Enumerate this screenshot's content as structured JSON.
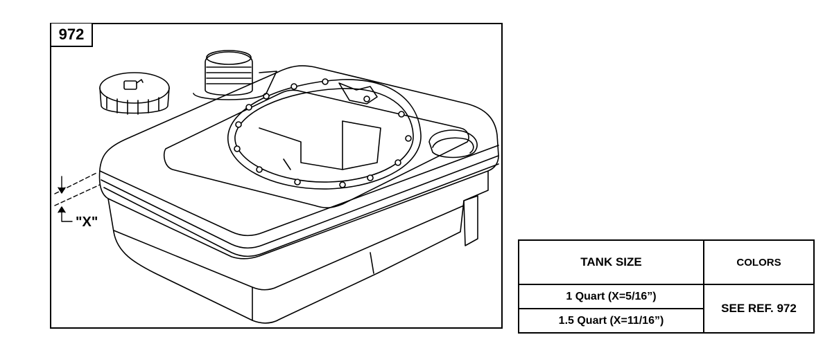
{
  "diagram": {
    "ref_number": "972",
    "dimension_label": "\"X\""
  },
  "table": {
    "headers": [
      "TANK SIZE",
      "COLORS"
    ],
    "rows": [
      "1 Quart (X=5/16”)",
      "1.5 Quart (X=11/16”)"
    ],
    "colors_value": "SEE REF. 972"
  }
}
